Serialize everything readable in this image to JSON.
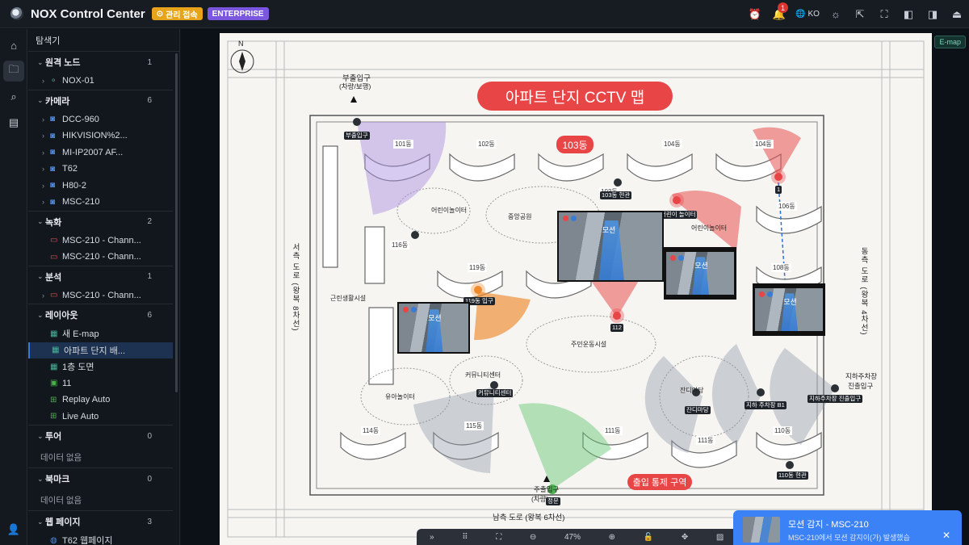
{
  "header": {
    "title": "NOX Control Center",
    "admin_badge": "관리 접속",
    "edition_badge": "ENTERPRISE",
    "notification_count": "1",
    "language": "KO"
  },
  "sidebar": {
    "title": "탐색기",
    "sections": {
      "remote": {
        "label": "원격 노드",
        "count": "1",
        "items": [
          "NOX-01"
        ]
      },
      "camera": {
        "label": "카메라",
        "count": "6",
        "items": [
          "DCC-960",
          "HIKVISION%2...",
          "MI-IP2007 AF...",
          "T62",
          "H80-2",
          "MSC-210"
        ]
      },
      "recording": {
        "label": "녹화",
        "count": "2",
        "items": [
          "MSC-210 - Chann...",
          "MSC-210 - Chann..."
        ]
      },
      "analysis": {
        "label": "분석",
        "count": "1",
        "items": [
          "MSC-210 - Chann..."
        ]
      },
      "layout": {
        "label": "레이아웃",
        "count": "6",
        "items": [
          "새 E-map",
          "아파트 단지 배...",
          "1층 도면",
          "11",
          "Replay Auto",
          "Live Auto"
        ]
      },
      "tour": {
        "label": "투어",
        "count": "0",
        "empty": "데이터 없음"
      },
      "bookmark": {
        "label": "북마크",
        "count": "0",
        "empty": "데이터 없음"
      },
      "webpage": {
        "label": "웹 페이지",
        "count": "3",
        "items": [
          "T62 웹페이지"
        ]
      }
    }
  },
  "map": {
    "tag": "E-map",
    "title": "아파트 단지 CCTV 맵",
    "zone_103": "103동",
    "zone_access": "출입 통제 구역",
    "north": "N",
    "roads": {
      "top_entrance": "부출입구",
      "top_entrance_sub": "(차량/보행)",
      "west": "서측 도로 (왕복 8차선)",
      "east": "동측 도로 (왕복 4차선)",
      "south": "남측 도로 (왕복 6차선)",
      "main_entrance": "주출입구",
      "main_entrance_sub": "(차량)",
      "parking": "지하주차장",
      "parking_sub": "진출입구"
    },
    "buildings": [
      "101동",
      "102동",
      "103동",
      "104동",
      "104동",
      "106동",
      "116동",
      "119동",
      "108동",
      "114동",
      "115동",
      "111동",
      "111동",
      "110동"
    ],
    "areas": [
      "어린이놀이터",
      "중앙공원",
      "어린이놀이터",
      "근린생활시설",
      "주민운동시설",
      "커뮤니티센터",
      "유아놀이터",
      "잔디마당"
    ],
    "camera_tags": [
      "부출입구",
      "103동 현관",
      "어린이 놀이터",
      "1",
      "119동 입구",
      "112",
      "커뮤니티센터",
      "잔디마당",
      "지하 주차장 B1",
      "지하주차장 진출입구",
      "110동 현관",
      "정문"
    ],
    "video_label": "모션"
  },
  "toolbar": {
    "zoom": "47%"
  },
  "toast": {
    "title": "모션 감지 - MSC-210",
    "body": "MSC-210에서 모션 감지이(가) 발생했습"
  }
}
